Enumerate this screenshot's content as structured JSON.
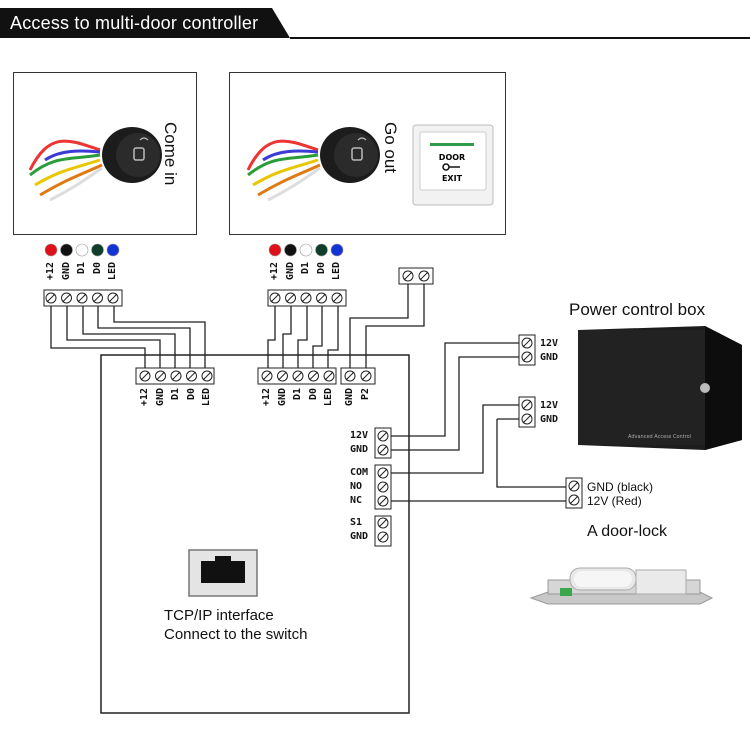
{
  "header": {
    "title": "Access to multi-door controller"
  },
  "reader_in": {
    "label": "Come in"
  },
  "reader_out": {
    "label": "Go out"
  },
  "exit_button": {
    "line1": "DOOR",
    "line2": "EXIT"
  },
  "wire_colors": [
    "#e0101a",
    "#111111",
    "#ffffff",
    "#0f3d2a",
    "#1433d6"
  ],
  "reader_pins": [
    "+12",
    "GND",
    "D1",
    "D0",
    "LED"
  ],
  "controller": {
    "reader1_pins": [
      "+12",
      "GND",
      "D1",
      "D0",
      "LED"
    ],
    "reader2_pins": [
      "+12",
      "GND",
      "D1",
      "D0",
      "LED"
    ],
    "button_pins": [
      "GND",
      "P2"
    ],
    "power_pins": [
      "12V",
      "GND"
    ],
    "relay_pins": [
      "COM",
      "NO",
      "NC"
    ],
    "sensor_pins": [
      "S1",
      "GND"
    ],
    "tcp_line1": "TCP/IP interface",
    "tcp_line2": "Connect to the switch"
  },
  "power_box": {
    "title": "Power control box",
    "out1": [
      "12V",
      "GND"
    ],
    "out2": [
      "12V",
      "GND"
    ],
    "panel_text": "Advanced Access Control"
  },
  "door_lock": {
    "title": "A door-lock",
    "gnd_label": "GND (black)",
    "v12_label": "12V (Red)"
  }
}
